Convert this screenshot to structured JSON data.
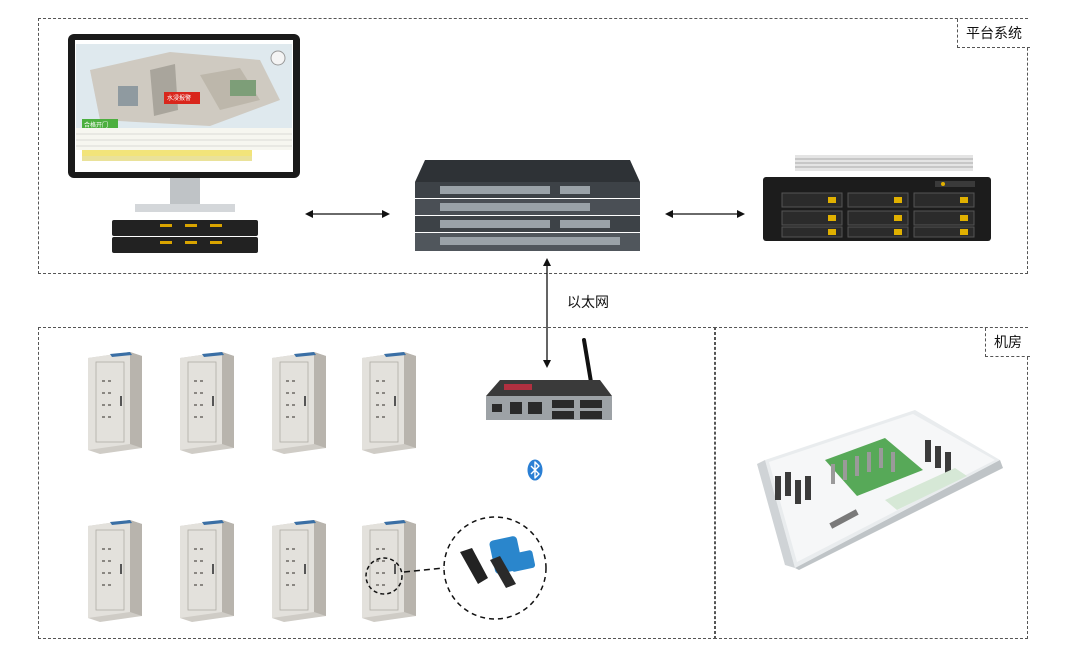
{
  "platform": {
    "label": "平台系统"
  },
  "machine_room": {
    "label": "机房"
  },
  "ethernet": {
    "label": "以太网"
  },
  "monitor_screen": {
    "green_tag": "合格开门",
    "red_tag": "水浸报警"
  },
  "colors": {
    "border": "#555555",
    "bluetooth": "#2a7fd4",
    "cabinet": "#dcdad6",
    "screen_bg": "#ffffff"
  }
}
